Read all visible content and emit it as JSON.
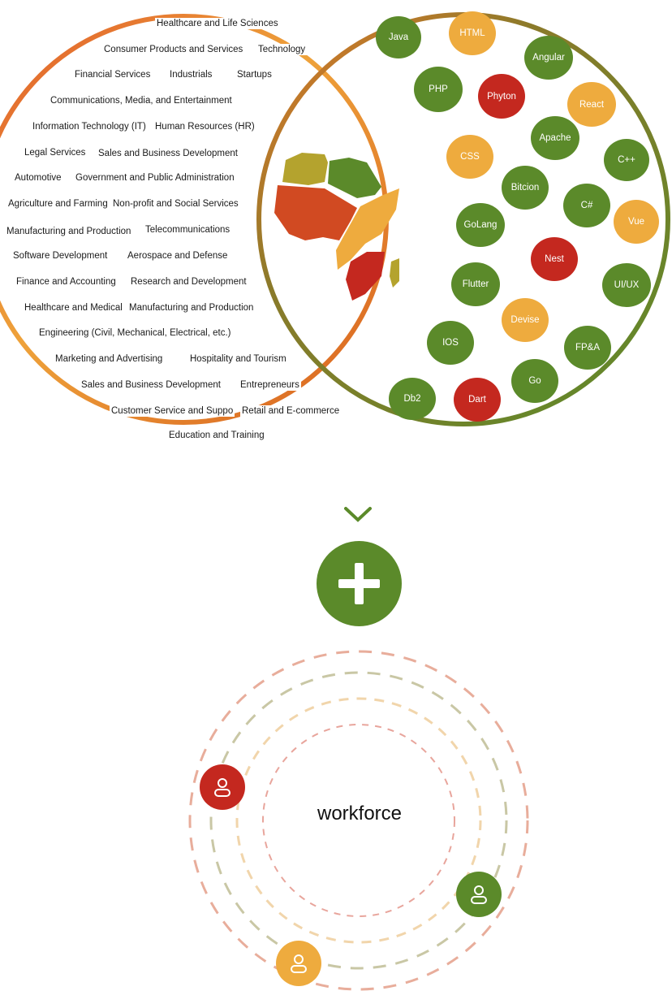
{
  "industries": [
    "Healthcare and Life Sciences",
    "Consumer Products and Services",
    "Technology",
    "Financial Services",
    "Industrials",
    "Startups",
    "Communications, Media, and Entertainment",
    "Information Technology (IT)",
    "Human Resources (HR)",
    "Legal Services",
    "Sales and Business Development",
    "Automotive",
    "Government and Public Administration",
    "Agriculture and Farming",
    "Non-profit and Social Services",
    "Manufacturing and Production",
    "Telecommunications",
    "Software Development",
    "Aerospace and Defense",
    "Finance and Accounting",
    "Research and Development",
    "Healthcare and Medical",
    "Manufacturing and Production",
    "Engineering (Civil, Mechanical, Electrical, etc.)",
    "Marketing and Advertising",
    "Hospitality and Tourism",
    "Sales and Business Development",
    "Entrepreneurs",
    "Customer Service and Suppo",
    "Retail and E-commerce",
    "Education and Training"
  ],
  "skills": [
    {
      "label": "Java",
      "color": "green"
    },
    {
      "label": "HTML",
      "color": "amber"
    },
    {
      "label": "Angular",
      "color": "green"
    },
    {
      "label": "PHP",
      "color": "green"
    },
    {
      "label": "Phyton",
      "color": "red"
    },
    {
      "label": "React",
      "color": "amber"
    },
    {
      "label": "Apache",
      "color": "green"
    },
    {
      "label": "CSS",
      "color": "amber"
    },
    {
      "label": "C++",
      "color": "green"
    },
    {
      "label": "Bitcion",
      "color": "green"
    },
    {
      "label": "C#",
      "color": "green"
    },
    {
      "label": "Vue",
      "color": "amber"
    },
    {
      "label": "GoLang",
      "color": "green"
    },
    {
      "label": "Nest",
      "color": "red"
    },
    {
      "label": "Flutter",
      "color": "green"
    },
    {
      "label": "UI/UX",
      "color": "green"
    },
    {
      "label": "Devise",
      "color": "amber"
    },
    {
      "label": "IOS",
      "color": "green"
    },
    {
      "label": "FP&A",
      "color": "green"
    },
    {
      "label": "Go",
      "color": "green"
    },
    {
      "label": "Db2",
      "color": "green"
    },
    {
      "label": "Dart",
      "color": "red"
    }
  ],
  "center_label": "workforce",
  "palette": {
    "green": "#5b8a2a",
    "amber": "#eeab3e",
    "red": "#c4281f",
    "orange": "#e5682a"
  },
  "icons": [
    "africa-map-icon",
    "plus-icon",
    "person-icon"
  ]
}
